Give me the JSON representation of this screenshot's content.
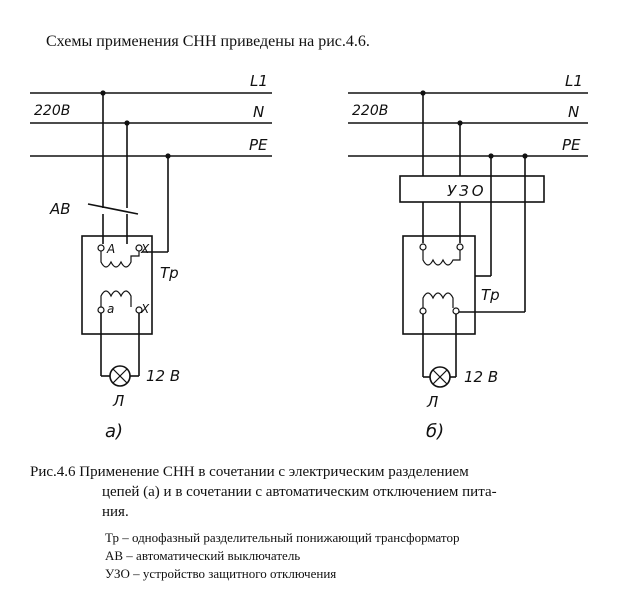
{
  "intro_text": "Схемы применения СНН приведены на рис.4.6.",
  "diagram_labels": {
    "l1": "L1",
    "n": "N",
    "pe": "PE",
    "voltage": "220В",
    "breaker": "АВ",
    "transformer": "Тр",
    "winding_primary": "А",
    "winding_secondary": "а",
    "terminal_x": "X",
    "lamp_voltage": "12 В",
    "lamp": "Л",
    "rcd": "УЗО",
    "sub_a": "а)",
    "sub_b": "б)"
  },
  "caption": {
    "line1": "Рис.4.6 Применение СНН в сочетании с электрическим разделением",
    "line2": "цепей (а) и в сочетании с автоматическим отключением пита-",
    "line3": "ния."
  },
  "legend": [
    "Тр – однофазный разделительный понижающий трансформатор",
    "АВ – автоматический выключатель",
    "УЗО – устройство защитного отключения"
  ]
}
